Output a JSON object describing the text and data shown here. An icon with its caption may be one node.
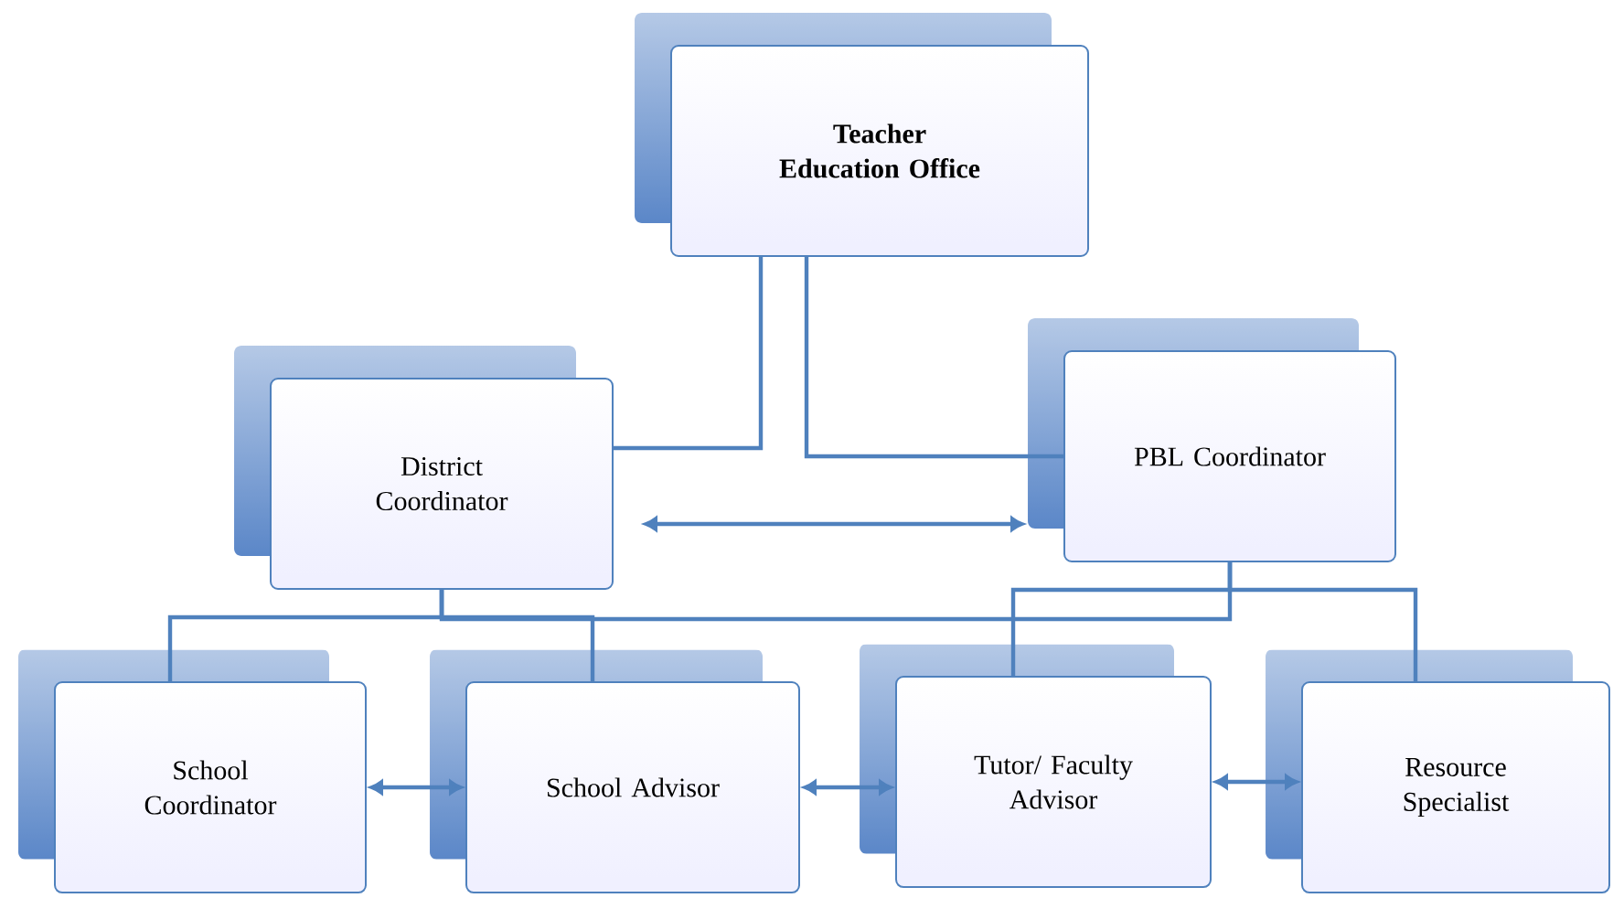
{
  "diagram": {
    "nodes": [
      {
        "text": [
          "Teacher Education Office"
        ]
      },
      {
        "text": [
          "District Coordinator"
        ]
      },
      {
        "text": [
          "PBL Coordinator"
        ]
      },
      {
        "text": [
          "School Coordinator"
        ]
      },
      {
        "text": [
          "School Advisor"
        ]
      },
      {
        "text": [
          "Tutor/ Faculty Advisor"
        ]
      },
      {
        "text": [
          "Resource Specialist"
        ]
      }
    ],
    "edges": [
      {
        "from": 0,
        "to": 1,
        "arrow": "none"
      },
      {
        "from": 0,
        "to": 2,
        "arrow": "none"
      },
      {
        "from": 1,
        "to": 2,
        "arrow": "both"
      },
      {
        "from": 1,
        "to": 3,
        "arrow": "none"
      },
      {
        "from": 1,
        "to": 4,
        "arrow": "none"
      },
      {
        "from": 1,
        "to": 2,
        "arrow": "none"
      },
      {
        "from": 2,
        "to": 5,
        "arrow": "none"
      },
      {
        "from": 2,
        "to": 6,
        "arrow": "none"
      },
      {
        "from": 3,
        "to": 4,
        "arrow": "both"
      },
      {
        "from": 4,
        "to": 5,
        "arrow": "both"
      },
      {
        "from": 5,
        "to": 6,
        "arrow": "both"
      }
    ]
  }
}
